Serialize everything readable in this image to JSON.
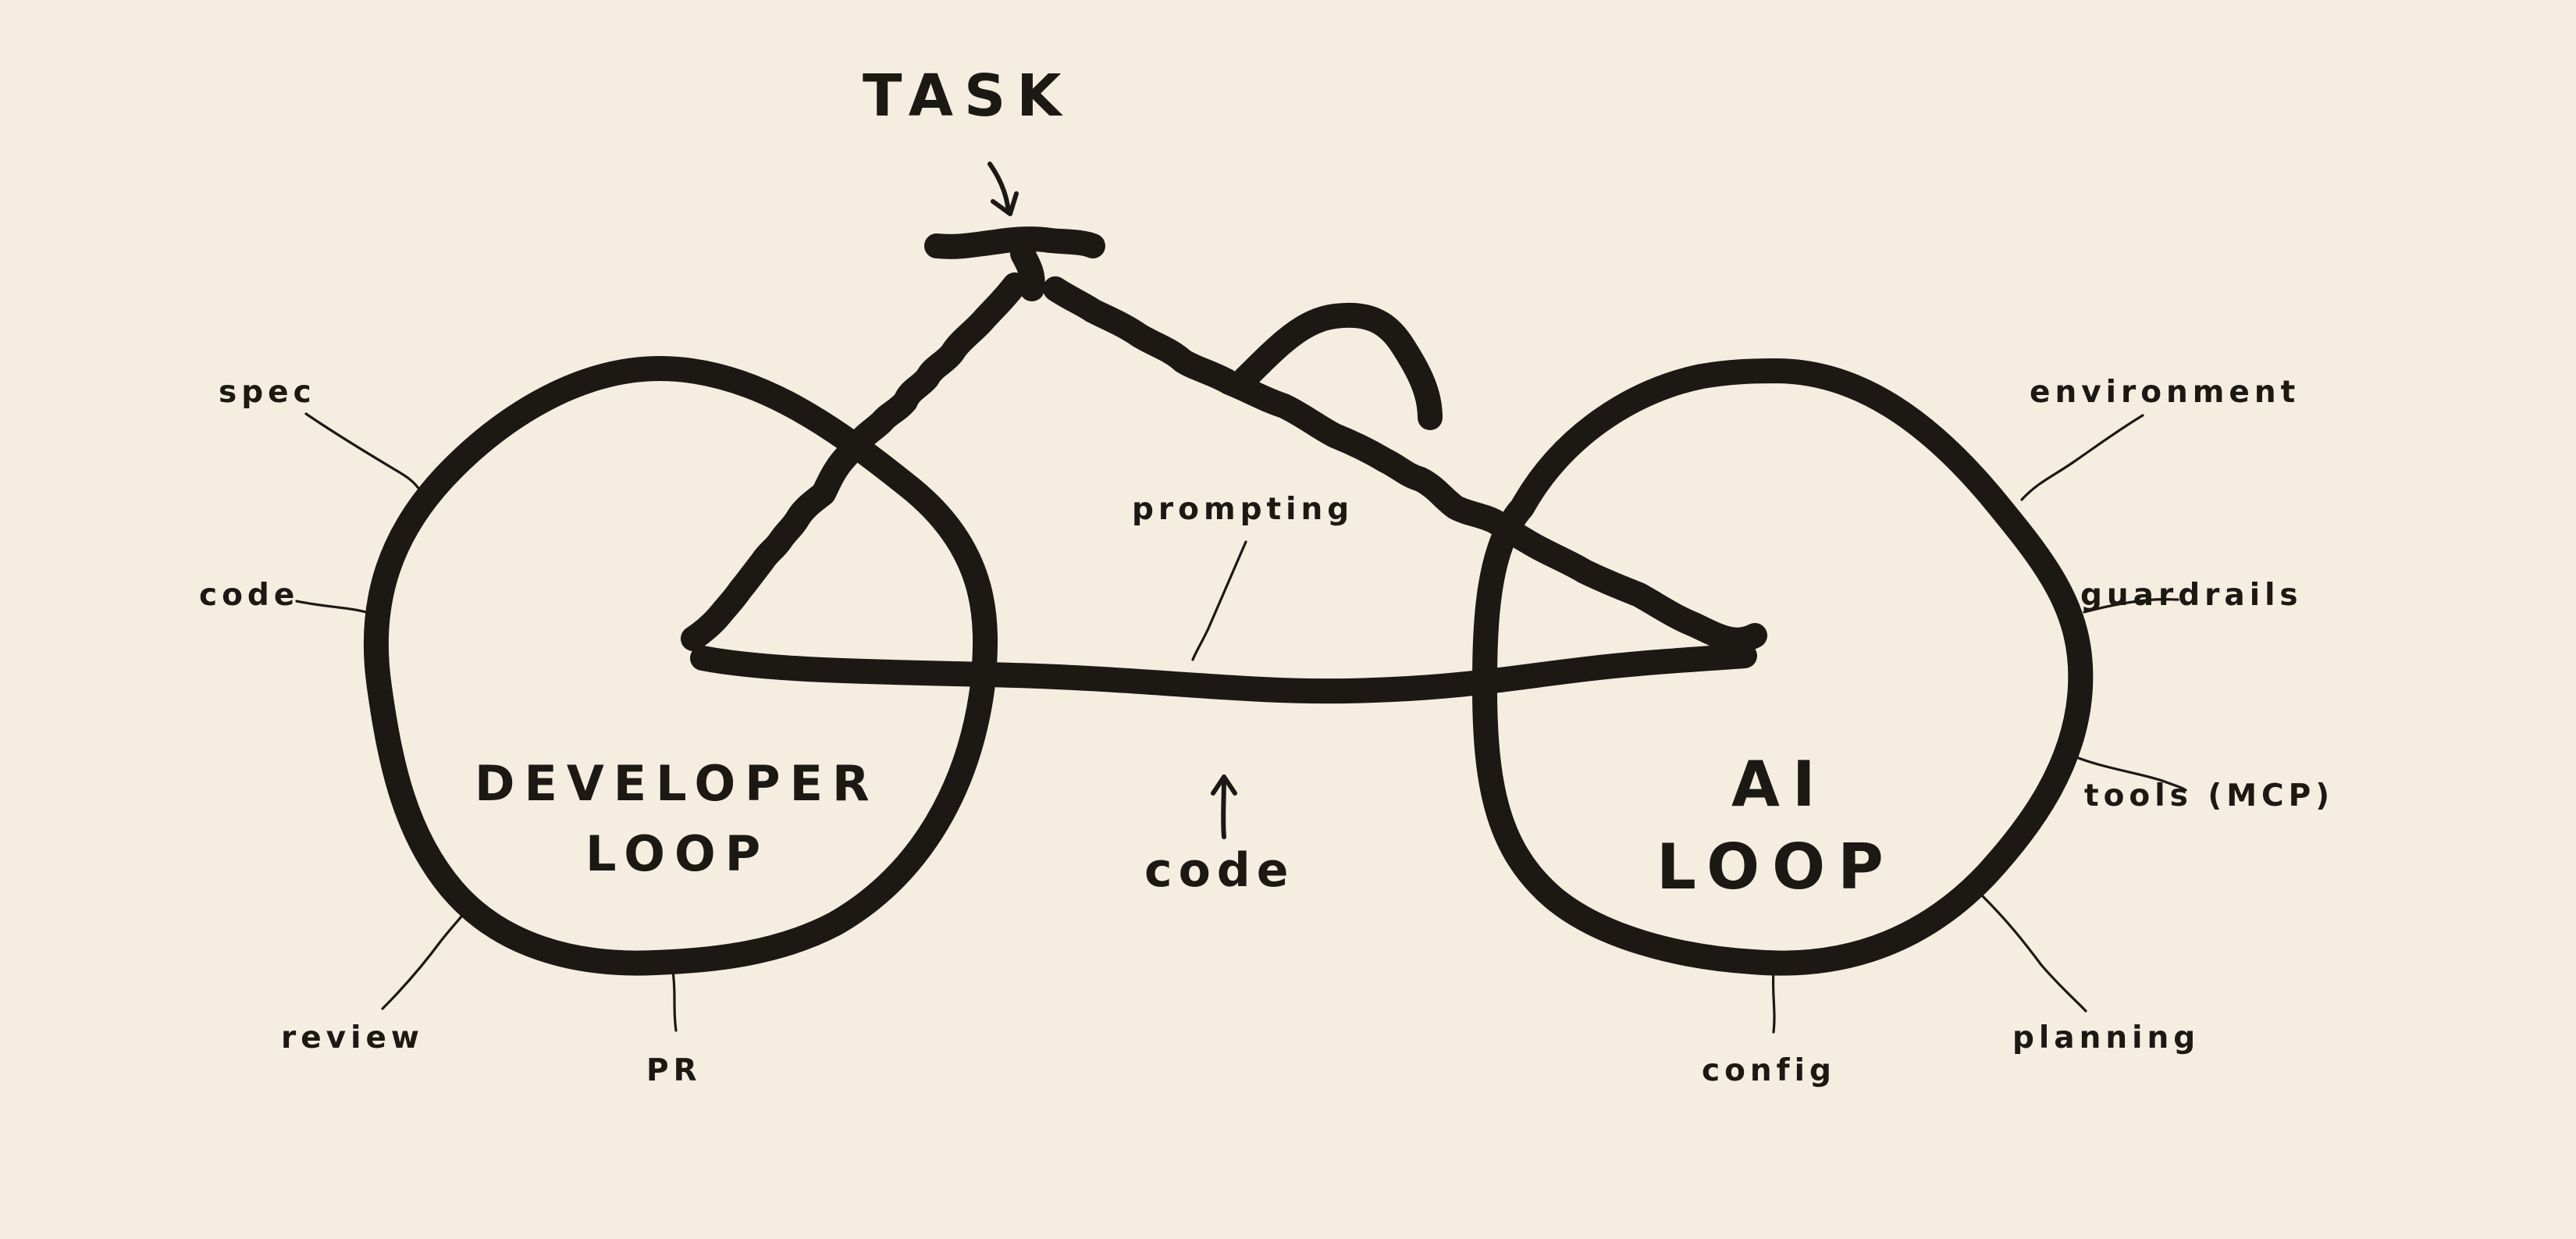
{
  "diagram": {
    "title": "TASK",
    "center_labels": {
      "prompting": "prompting",
      "code": "code"
    },
    "developer_loop": {
      "name_line1": "DEVELOPER",
      "name_line2": "LOOP",
      "spokes": {
        "spec": "spec",
        "code": "code",
        "review": "review",
        "pr": "PR"
      }
    },
    "ai_loop": {
      "name_line1": "AI",
      "name_line2": "LOOP",
      "spokes": {
        "environment": "environment",
        "guardrails": "guardrails",
        "tools": "tools (MCP)",
        "planning": "planning",
        "config": "config"
      }
    },
    "colors": {
      "background": "#f5ede0",
      "ink": "#1c1814"
    }
  }
}
